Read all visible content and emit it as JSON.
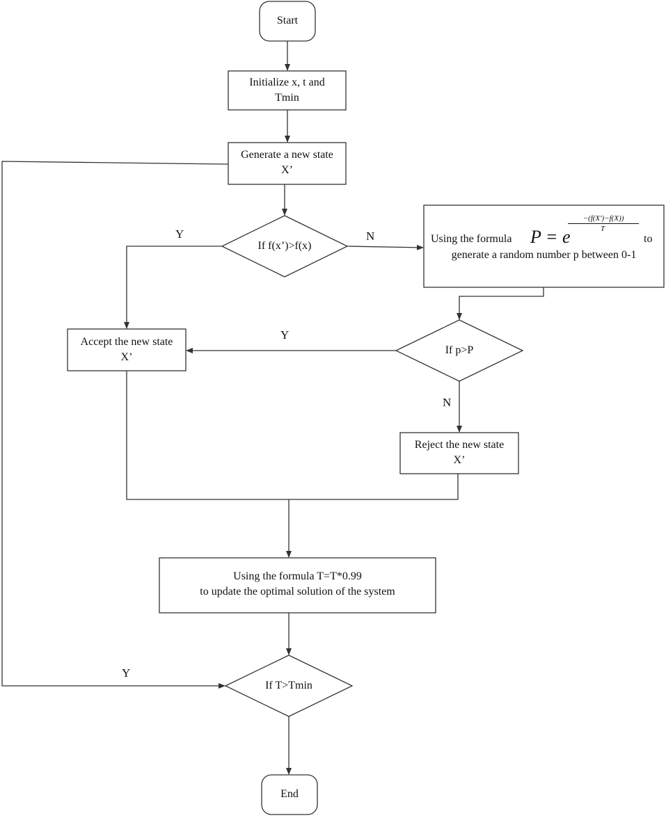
{
  "nodes": {
    "start": "Start",
    "init": [
      "Initialize x, t and",
      "Tmin"
    ],
    "generate": [
      "Generate a new state",
      "X’"
    ],
    "decision_fx": "If f(x’)>f(x)",
    "formula_box": {
      "line1_prefix": "Using the formula",
      "line1_suffix": "to",
      "line2": "generate a random number p between 0-1",
      "formula": {
        "lhs": "P = e",
        "exp_numerator": "−(f(X′)−f(X))",
        "exp_denominator": "T"
      }
    },
    "decision_p": "If p>P",
    "accept": [
      "Accept the new state",
      "X’"
    ],
    "reject": [
      "Reject the new state",
      "X’"
    ],
    "update": [
      "Using the formula T=T*0.99",
      "to update the optimal solution of the system"
    ],
    "decision_t": "If T>Tmin",
    "end": "End"
  },
  "edge_labels": {
    "fx_yes": "Y",
    "fx_no": "N",
    "p_yes": "Y",
    "p_no": "N",
    "t_yes": "Y"
  }
}
